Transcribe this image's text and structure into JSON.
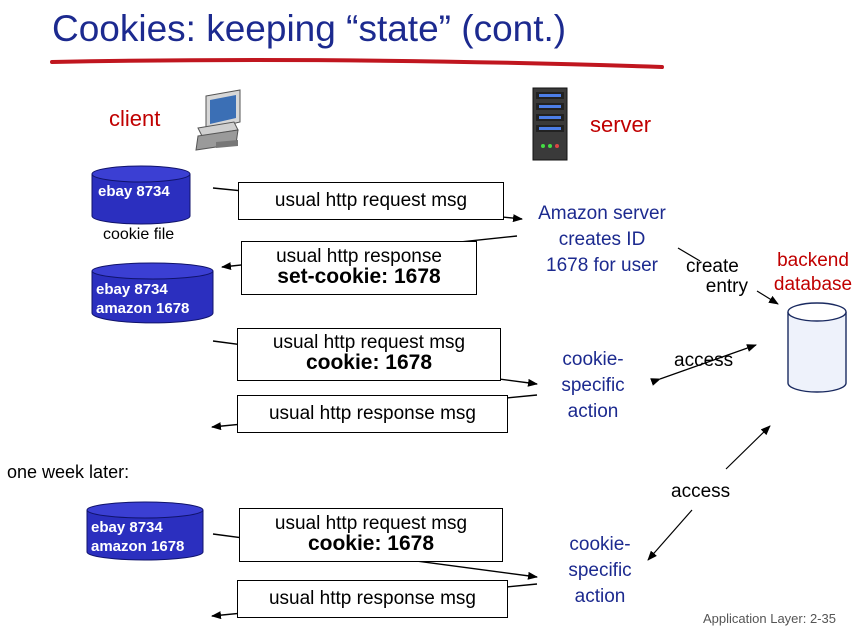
{
  "title": "Cookies: keeping “state” (cont.)",
  "colors": {
    "title": "#1c2a8f",
    "title_underline": "#c0161f",
    "label_red": "#c00000",
    "label_blue": "#1c2a8f",
    "cylinder_fill": "#2b2fbf",
    "database_fill": "#eef2fb"
  },
  "labels": {
    "client": "client",
    "server": "server",
    "amazon_server": [
      "Amazon server",
      "creates ID",
      "1678 for user"
    ],
    "create_entry": [
      "create",
      "entry"
    ],
    "backend_database": [
      "backend",
      "database"
    ],
    "access_1": "access",
    "access_2": "access",
    "cookie_action_1": [
      "cookie-",
      "specific",
      "action"
    ],
    "cookie_action_2": [
      "cookie-",
      "specific",
      "action"
    ],
    "one_week_later": "one week later:",
    "cookie_file": "cookie file",
    "footer": "Application Layer: 2-35"
  },
  "cookie_files": {
    "first": [
      "ebay 8734"
    ],
    "second": [
      "ebay 8734",
      "amazon 1678"
    ],
    "third": [
      "ebay 8734",
      "amazon 1678"
    ]
  },
  "messages": {
    "request_1": {
      "line1": "usual http request msg"
    },
    "response_1": {
      "line1": "usual http response",
      "line2": "set-cookie: 1678"
    },
    "request_2": {
      "line1": "usual http request msg",
      "line2": "cookie: 1678"
    },
    "response_2": {
      "line1": "usual http response msg"
    },
    "request_3": {
      "line1": "usual http request msg",
      "line2": "cookie: 1678"
    },
    "response_3": {
      "line1": "usual http response msg"
    }
  },
  "icons": {
    "client": "desktop-computer-icon",
    "server": "server-tower-icon",
    "database": "database-cylinder-icon"
  }
}
